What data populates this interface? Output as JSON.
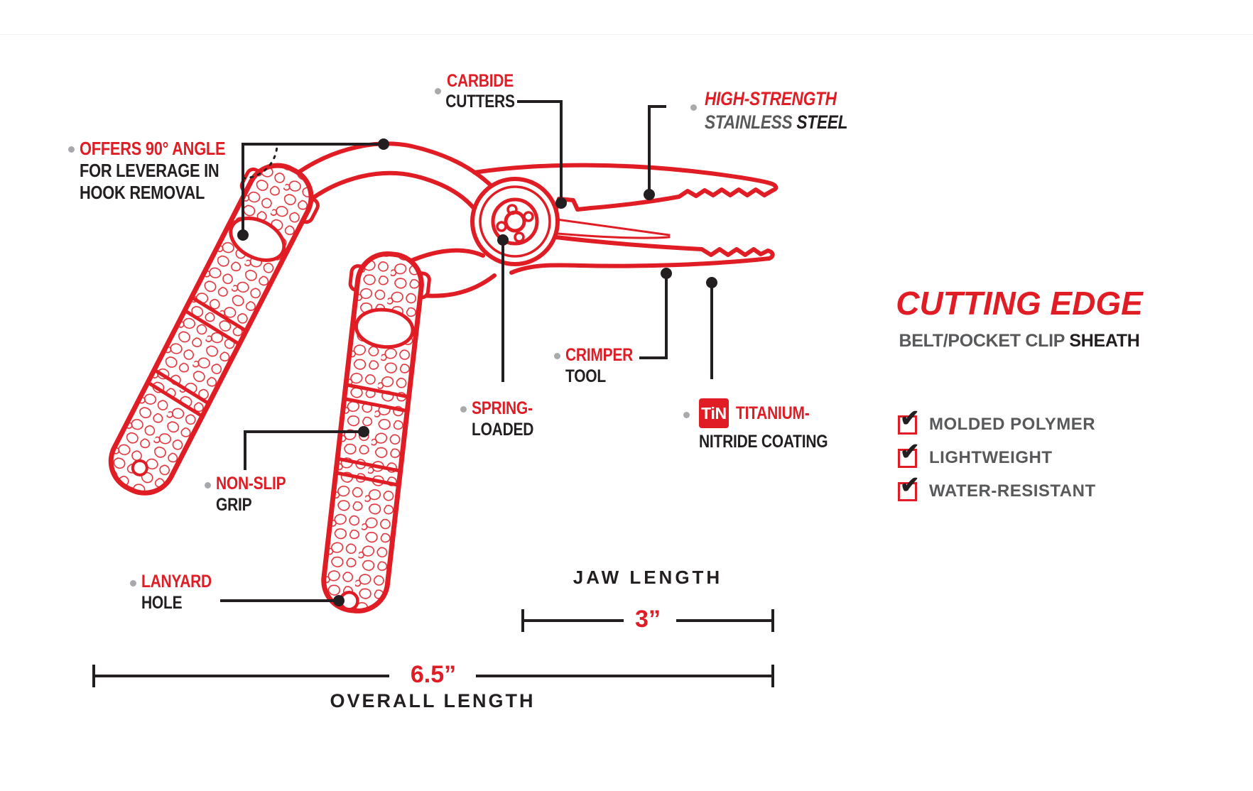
{
  "palette": {
    "red": "#e01c24",
    "dark": "#231f20",
    "gray": "#58595b",
    "bullet_gray": "#a7a9ac"
  },
  "features": {
    "carbide": {
      "line1": "CARBIDE",
      "line2": "CUTTERS"
    },
    "high_strength": {
      "line1": "HIGH-STRENGTH",
      "line2_a": "STAINLESS",
      "line2_b": "STEEL"
    },
    "angle": {
      "line1": "OFFERS 90° ANGLE",
      "line2": "FOR LEVERAGE IN",
      "line3": "HOOK REMOVAL"
    },
    "spring": {
      "line1": "SPRING-",
      "line2": "LOADED"
    },
    "crimper": {
      "line1": "CRIMPER",
      "line2": "TOOL"
    },
    "non_slip": {
      "line1": "NON-SLIP",
      "line2": "GRIP"
    },
    "lanyard": {
      "line1": "LANYARD",
      "line2": "HOLE"
    },
    "titanium": {
      "badge": "TiN",
      "line1": "TITANIUM-",
      "line2": "NITRIDE COATING"
    }
  },
  "sheath": {
    "title": "CUTTING EDGE",
    "subtitle_a": "BELT/POCKET CLIP",
    "subtitle_b": "SHEATH",
    "check_glyph": "✔",
    "items": [
      "MOLDED POLYMER",
      "LIGHTWEIGHT",
      "WATER-RESISTANT"
    ]
  },
  "measurements": {
    "jaw": {
      "label": "JAW LENGTH",
      "value": "3”"
    },
    "overall": {
      "label": "OVERALL LENGTH",
      "value": "6.5”"
    }
  }
}
